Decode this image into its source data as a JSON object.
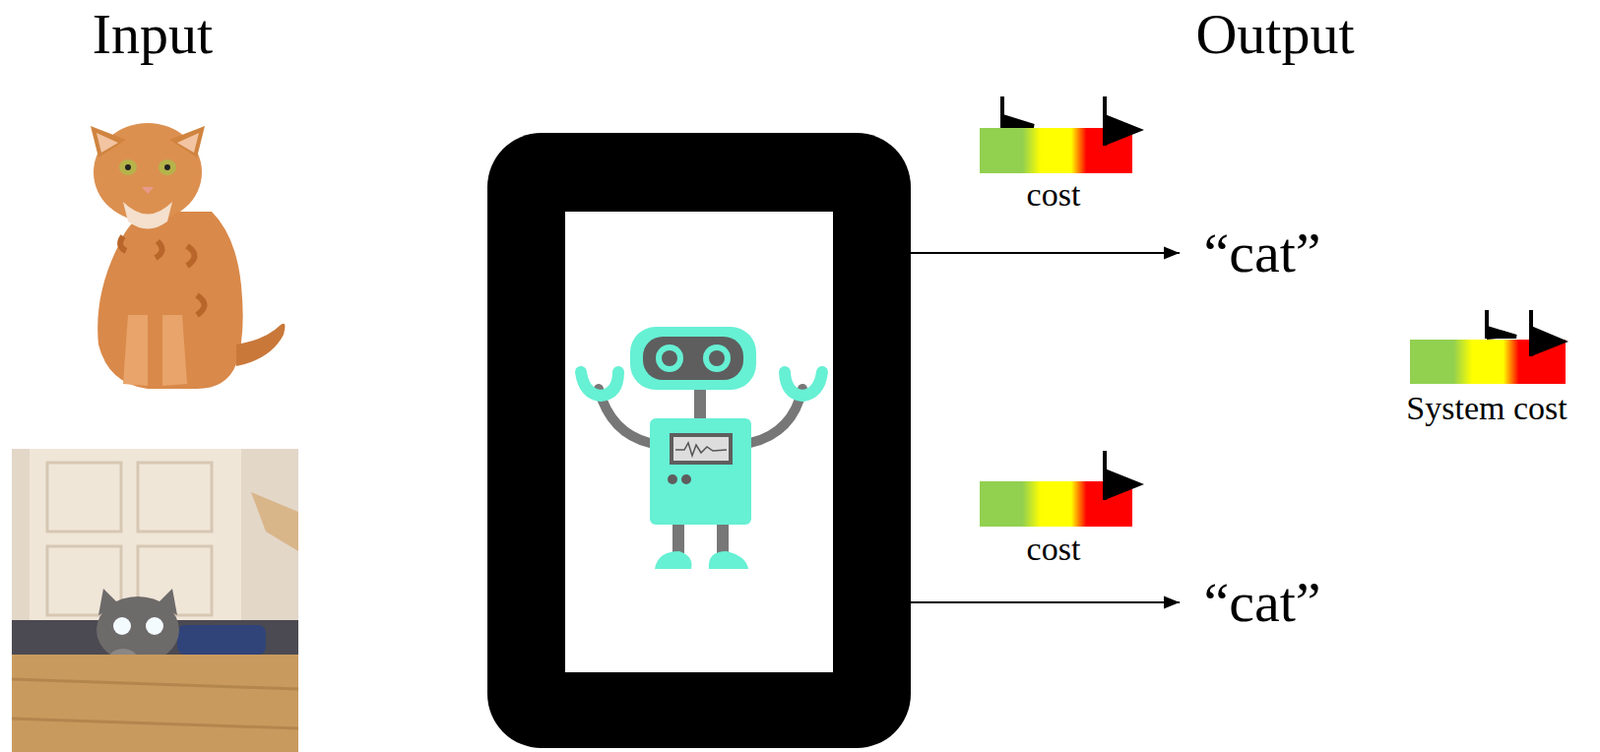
{
  "diagram": {
    "labels": [
      "Input",
      "Output",
      "cost",
      "“cat”",
      "System cost",
      "cost",
      "“cat”"
    ]
  }
}
